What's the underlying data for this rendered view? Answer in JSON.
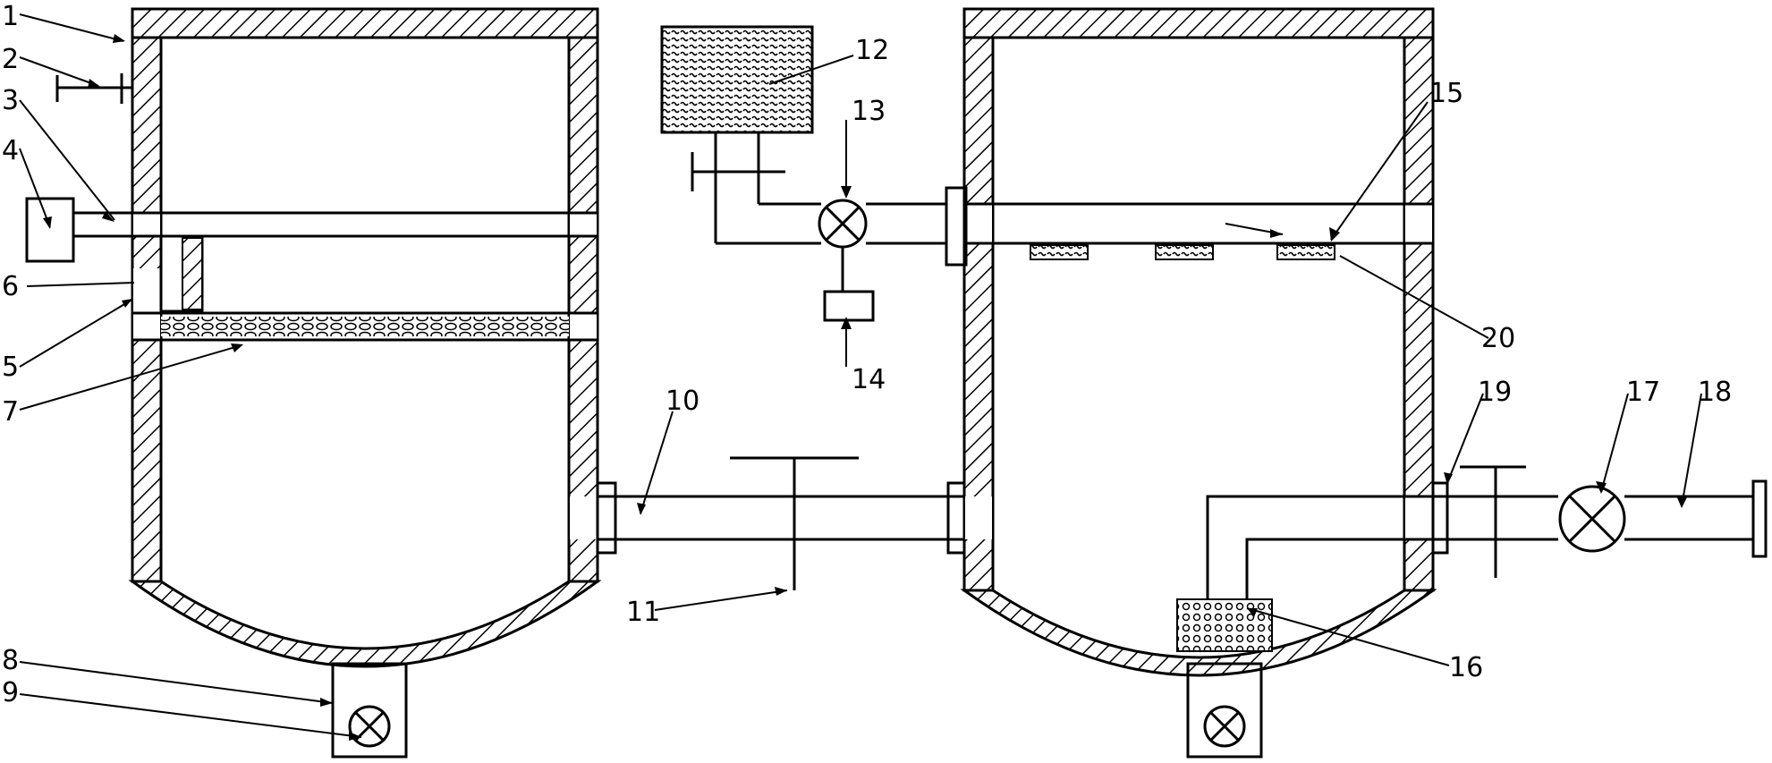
{
  "callouts": [
    {
      "id": "1",
      "text": "1"
    },
    {
      "id": "2",
      "text": "2"
    },
    {
      "id": "3",
      "text": "3"
    },
    {
      "id": "4",
      "text": "4"
    },
    {
      "id": "5",
      "text": "5"
    },
    {
      "id": "6",
      "text": "6"
    },
    {
      "id": "7",
      "text": "7"
    },
    {
      "id": "8",
      "text": "8"
    },
    {
      "id": "9",
      "text": "9"
    },
    {
      "id": "10",
      "text": "10"
    },
    {
      "id": "11",
      "text": "11"
    },
    {
      "id": "12",
      "text": "12"
    },
    {
      "id": "13",
      "text": "13"
    },
    {
      "id": "14",
      "text": "14"
    },
    {
      "id": "15",
      "text": "15"
    },
    {
      "id": "16",
      "text": "16"
    },
    {
      "id": "17",
      "text": "17"
    },
    {
      "id": "18",
      "text": "18"
    },
    {
      "id": "19",
      "text": "19"
    },
    {
      "id": "20",
      "text": "20"
    }
  ],
  "colors": {
    "line": "#000000",
    "background": "#ffffff"
  }
}
